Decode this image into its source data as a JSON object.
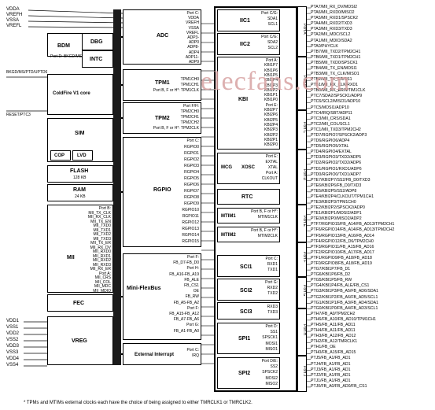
{
  "left_pins": {
    "top": [
      "VDDA",
      "VREFH",
      "VSSA",
      "VREFL"
    ],
    "bkgd": "BKGD/MS/PTD/UPTD6",
    "reset": "RESET/PTC3",
    "bottom": [
      "VDD1",
      "VSS1",
      "VDD2",
      "VSS2",
      "VDD3",
      "VSS3",
      "VDD4",
      "VSS4"
    ]
  },
  "blocks": {
    "bdm": {
      "title": "BDM",
      "sub": "Port D:\nBKGD/MS"
    },
    "dbg": "DBG",
    "intc": "INTC",
    "coldfire": "ColdFire V1 core",
    "sim": "SIM",
    "cop": "COP",
    "lvd": "LVD",
    "flash": {
      "title": "FLASH",
      "sub": "128 KB"
    },
    "ram": {
      "title": "RAM",
      "sub": "24 KB"
    },
    "mii": {
      "title": "MII",
      "pins": [
        "Port B:",
        "MII_TX_CLK",
        "MII_RX_CLK",
        "MII_TX_EN",
        "MII_TXD0",
        "MII_TXD1",
        "MII_TXD2",
        "MII_TXD3",
        "MII_TX_ER",
        "MII_RX_DV",
        "MII_RXD0",
        "MII_RXD1",
        "MII_RXD2",
        "MII_RXD3",
        "MII_RX_ER",
        "Port A:",
        "MII_CRS",
        "MII_COL",
        "MII_MDC",
        "MII_MDIO"
      ]
    },
    "fec": "FEC",
    "vreg": "VREG",
    "adc": {
      "title": "ADC",
      "pins": [
        "Port C:",
        "VDDA",
        "VREFH",
        "VSSA",
        "VREFL",
        "ADP3-",
        "ADP0",
        "ADP8-",
        "ADP4",
        "ADP11-",
        "ADP9"
      ]
    },
    "tpm1": {
      "title": "TPM1",
      "pins": [
        "TPM1CH0",
        "TPM1CH1",
        "Port B, F or H*: TPM1CLK"
      ]
    },
    "tpm2": {
      "title": "TPM2",
      "pins": [
        "Port F/H:",
        "TPM2CH0",
        "TPM2CH1",
        "TPM2CH2",
        "Port B, F or H*: TPM2CLK"
      ]
    },
    "rgpio": {
      "title": "RGPIO",
      "pins": [
        "Port C:",
        "RGPIO0",
        "RGPIO1",
        "RGPIO2",
        "RGPIO3",
        "RGPIO4",
        "RGPIO5",
        "RGPIO6",
        "RGPIO7",
        "RGPIO8",
        "RGPIO9",
        "RGPIO10",
        "RGPIO11",
        "RGPIO12",
        "RGPIO13",
        "RGPIO14",
        "RGPIO15"
      ]
    },
    "iic1": {
      "title": "IIC1",
      "pins": [
        "Port C/G:",
        "SDA1",
        "SCL1"
      ]
    },
    "iic2": {
      "title": "IIC2",
      "pins": [
        "Port C/G:",
        "SDA2",
        "SCL2"
      ]
    },
    "kbi": {
      "title": "KBI",
      "pins": [
        "Port A:",
        "KBI1P7",
        "KBI1P6",
        "KBI1P5",
        "KBI1P4",
        "KBI1P3",
        "KBI1P2",
        "KBI1P1",
        "KBI1P0",
        "Port E:",
        "KBI2P7",
        "KBI2P6",
        "KBI2P5",
        "KBI2P4",
        "KBI2P3",
        "KBI2P2",
        "KBI2P1",
        "KBI2P0"
      ]
    },
    "mcg": "MCG",
    "xosc": {
      "title": "XOSC",
      "pins": [
        "Port E:",
        "EXTAL",
        "XTAL",
        "Port A:",
        "CLKOUT"
      ]
    },
    "rtc": "RTC",
    "mtim1": {
      "title": "MTIM1",
      "pins": [
        "Port B, F or H*:",
        "MTIM1CLK"
      ]
    },
    "mtim2": {
      "title": "MTIM2",
      "pins": [
        "Port B, F or H*:",
        "MTIM2CLK"
      ]
    },
    "flexbus": {
      "title": "Mini-FlexBus",
      "pins": [
        "Port F:",
        "FB_D7-FB_D0",
        "Port H:",
        "FB_A16-FB_A19",
        "FB_ALE",
        "FB_CS1",
        "OE",
        "FB_RW",
        "FB_A5-FB_A2",
        "Port F:",
        "FB_A15-FB_A12",
        "FB_A7-FB_A6",
        "Port G:",
        "FB_A1-FB_A0"
      ]
    },
    "extint": {
      "title": "External Interrupt",
      "pins": [
        "Port C:",
        "IRQ"
      ]
    },
    "sci1": {
      "title": "SCI1",
      "pins": [
        "Port C:",
        "RXD1",
        "TXD1"
      ]
    },
    "sci2": {
      "title": "SCI2",
      "pins": [
        "Port G:",
        "RXD2",
        "TXD2"
      ]
    },
    "sci3": {
      "title": "SCI3",
      "pins": [
        "RXD3",
        "TXD3"
      ]
    },
    "spi1": {
      "title": "SPI1",
      "pins": [
        "Port D:",
        "SS1",
        "SPSCK1",
        "MOSI1",
        "MISO1"
      ]
    },
    "spi2": {
      "title": "SPI2",
      "pins": [
        "Port D/E:",
        "SS2",
        "SPSCK2",
        "MOSI2",
        "MISO2"
      ]
    }
  },
  "ports": [
    "Port A",
    "Port B",
    "Port C",
    "Port D",
    "Port E",
    "Port F",
    "Port G",
    "Port H",
    "Port J"
  ],
  "right_pins": [
    "PTA7/MII_RX_DV/MOSI2",
    "PTA6/MII_RXD0/MISO2",
    "PTA5/MII_RXD1/SPSCK2",
    "PTA4/MII_RXD2/TXD3",
    "PTA3/MII_RXD3/TXD3",
    "PTA2/MII_MDC/SCL2",
    "PTA1/MII_MDIO/SDA2",
    "PTA0/PHYCLK",
    "PTB7/MII_TXD2/TPM2CH1",
    "PTB6/MII_TXD1/TPM2CH1",
    "PTB5/MII_TXD0/SPSCK1",
    "PTB4/MII_TX_EN/MOSI1",
    "PTB3/MII_TX_CLK/MISO1",
    "PTB2/MII_TX_ER/SS1",
    "PTB1/MII_RX_CLK/RXD1",
    "PTB0/MII_RX_ER/MTIM1CLK",
    "PTC7/SDA2/SPSCK1/ADP9",
    "PTC6/SCL2/MISO1/ADP10",
    "PTC5/MOSI1/ADP10",
    "PTC4/IRQ/SBT/ADP11",
    "PTC3/MII_CRS/SDA1",
    "PTC2/MII_COL/SCL1",
    "PTC1/MII_TXD3/TPM2CH2",
    "PTD7/RGPIO7/SPSCK2/ADP3",
    "PTD6/RGPIO6/ADP4",
    "PTD5/RGPIO5/XTAL",
    "PTD4/RGPIO4/EXTAL",
    "PTD3/RGPIO3/TXD2/ADP5",
    "PTD2/RGPIO2/TXD2/ADP6",
    "PTD1/RGPIO1/RXD1/ADP6",
    "PTD0/RGPIO0/TXD1/ADP7",
    "PTE7/KBI2P7/SS2/FB_D0/TXD3",
    "PTE6/KBI2P6/FB_D0/TXD3",
    "PTE5/KBI2P5/SS2/ADP8",
    "PTE4/KBI2P4/CLKOUT/TPM1CH1",
    "PTE3/KBI2P3/TPM1CH0",
    "PTE2/KBI2P2/SPSCK2/ADP0",
    "PTE1/KBI2P1/MOSI2/ADP1",
    "PTE0/KBI2P0/MISO2/ADP2",
    "PTF7/RGPIO15/FB_A14/FB_AD13/TPM2CH1",
    "PTF6/RGPIO14/FB_A14/FB_AD13/TPM2CH2",
    "PTF5/RGPIO13/FB_A16/FB_AD14",
    "PTF4/RGPIO12/FB_D6/TPM2CH0",
    "PTF3/RGPIO11/FB_A15/FB_AD16",
    "PTF2/RGPIO10/FB_A17/FB_AD17",
    "PTF1/RGPIO9/FB_A18/FB_AD18",
    "PTF0/RGPIO8/FB_A18/FB_AD19",
    "PTG7/KBI1P7/FB_D1",
    "PTG6/KBI1P6/FB_D2",
    "PTG5/KBI1P5/FB_RW",
    "PTG4/KBI1P4/FB_ALE/FB_CS1",
    "PTG3/KBI1P3/FB_A5/FB_AD6/SDA1",
    "PTG2/KBI1P2/FB_A6/FB_AD5/SCL1",
    "PTG1/KBI1P1/FB_A3/FB_AD4/SDA1",
    "PTG0/KBI1P0/FB_A4/FB_AD3/SCL1",
    "PTH7/FB_A0/TPM2CH2",
    "PTH6/FB_A10/FB_AD10/TPM1CH1",
    "PTH5/FB_A11/FB_AD11",
    "PTH4/FB_A11/FB_AD11",
    "PTH3/FB_A12/FB_AD12",
    "PTH2/FB_A12/TMRCLK1",
    "PTH1/FB_OE",
    "PTH0/FB_A15/FB_AD15",
    "PTJ5/FB_A1/FB_AD1",
    "PTJ4/FB_A1/FB_AD1",
    "PTJ3/FB_A1/FB_AD1",
    "PTJ2/FB_A1/FB_AD1",
    "PTJ1/FB_A1/FB_AD1",
    "PTJ0/FB_A0/FB_AD0/FB_CS1"
  ],
  "footnote": "* TPMs and MTIMs external clocks each have the choice of being assigned to either TMRCLK1 or TMRCLK2.",
  "watermark": "elecfans.com"
}
